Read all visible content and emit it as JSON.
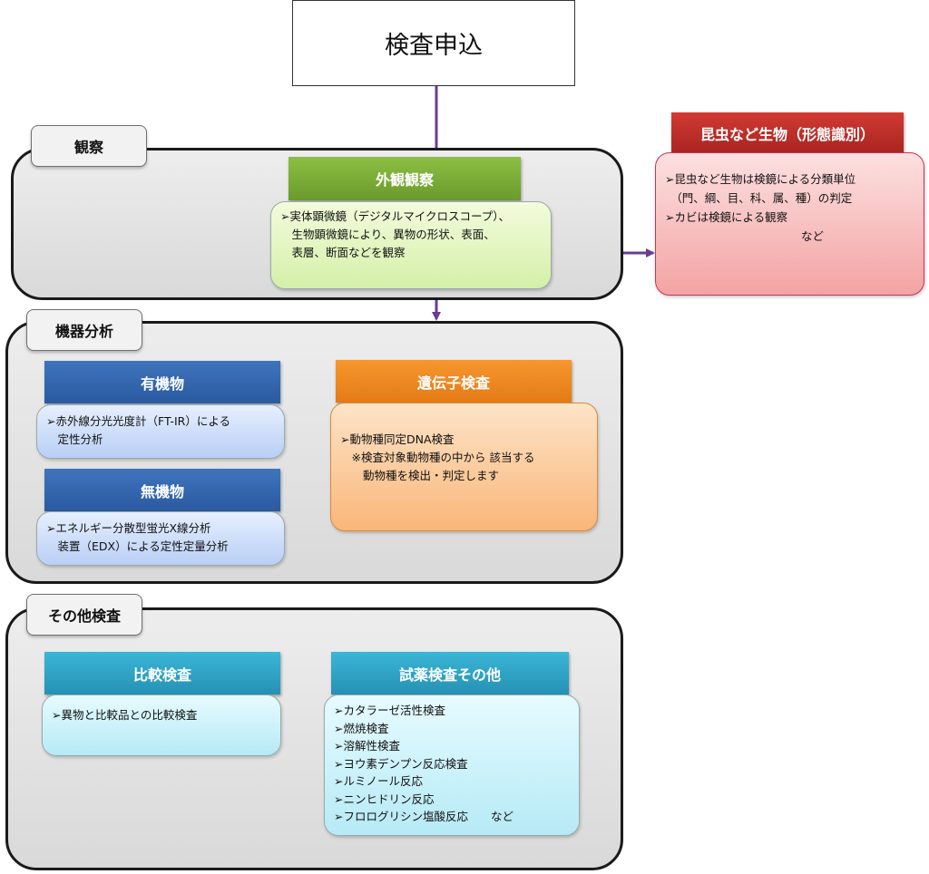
{
  "start": {
    "label": "検査申込"
  },
  "sections": {
    "observation": {
      "label": "観察"
    },
    "instrument": {
      "label": "機器分析"
    },
    "other": {
      "label": "その他検査"
    }
  },
  "external_observation": {
    "header": "外観観察",
    "lines": [
      "➢実体顕微鏡（デジタルマイクロスコープ）、",
      "　生物顕微鏡により、異物の形状、表面、",
      "　表層、断面などを観察"
    ]
  },
  "insect": {
    "header": "昆虫など生物（形態識別）",
    "lines": [
      "➢昆虫など生物は検鏡による分類単位",
      "　（門、綱、目、科、属、種）の判定",
      "",
      "➢カビは検鏡による観察",
      "　　　　　　　　　　　　など"
    ]
  },
  "organic": {
    "header": "有機物",
    "lines": [
      "➢赤外線分光光度計（FT-IR）による",
      "　定性分析"
    ]
  },
  "inorganic": {
    "header": "無機物",
    "lines": [
      "➢エネルギー分散型蛍光X線分析",
      "　装置（EDX）による定性定量分析"
    ]
  },
  "gene": {
    "header": "遺伝子検査",
    "lines": [
      "➢動物種同定DNA検査",
      "　※検査対象動物種の中から 該当する",
      "　　動物種を検出・判定します"
    ]
  },
  "comparison": {
    "header": "比較検査",
    "lines": [
      "➢異物と比較品との比較検査"
    ]
  },
  "reagent": {
    "header": "試薬検査その他",
    "lines": [
      "➢カタラーゼ活性検査",
      "➢燃焼検査",
      "➢溶解性検査",
      "➢ヨウ素デンプン反応検査",
      "➢ルミノール反応",
      "➢ニンヒドリン反応",
      "➢フロログリシン塩酸反応　　など"
    ]
  },
  "colors": {
    "arrow": "#6a3d8f",
    "green": "#79a935",
    "red": "#c0302c",
    "blue": "#2f63ad",
    "orange": "#f08a24",
    "teal": "#2ca6c7"
  }
}
